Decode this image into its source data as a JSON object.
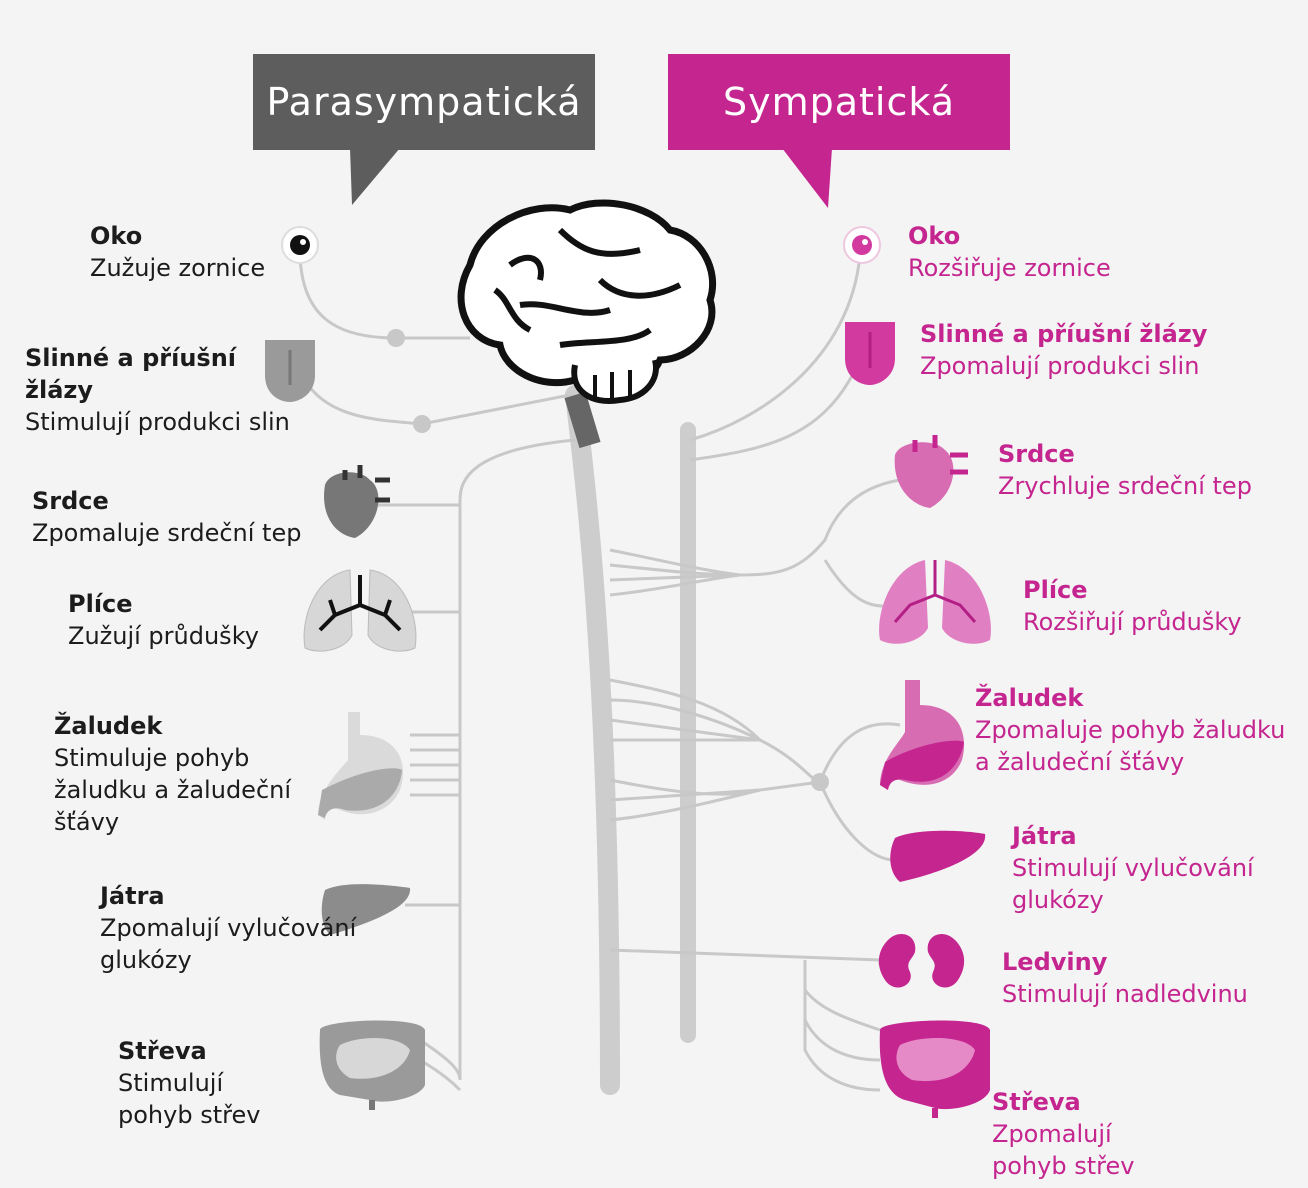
{
  "headers": {
    "parasympathetic": "Parasympatická",
    "sympathetic": "Sympatická"
  },
  "parasympathetic": [
    {
      "organ": "Oko",
      "effect": "Zužuje zornice"
    },
    {
      "organ": "Slinné a příušní žlázy",
      "effect": "Stimulují produkci slin"
    },
    {
      "organ": "Srdce",
      "effect": "Zpomaluje srdeční tep"
    },
    {
      "organ": "Plíce",
      "effect": "Zužují průdušky"
    },
    {
      "organ": "Žaludek",
      "effect": "Stimuluje pohyb žaludku a žaludeční šťávy"
    },
    {
      "organ": "Játra",
      "effect": "Zpomalují vylučování glukózy"
    },
    {
      "organ": "Střeva",
      "effect": "Stimulují pohyb střev"
    }
  ],
  "sympathetic": [
    {
      "organ": "Oko",
      "effect": "Rozšiřuje zornice"
    },
    {
      "organ": "Slinné a příušní žlázy",
      "effect": "Zpomalují produkci slin"
    },
    {
      "organ": "Srdce",
      "effect": "Zrychluje srdeční tep"
    },
    {
      "organ": "Plíce",
      "effect": "Rozšiřují průdušky"
    },
    {
      "organ": "Žaludek",
      "effect": "Zpomaluje pohyb žaludku a žaludeční šťávy"
    },
    {
      "organ": "Játra",
      "effect": "Stimulují vylučování glukózy"
    },
    {
      "organ": "Ledviny",
      "effect": "Stimulují nadledvinu"
    },
    {
      "organ": "Střeva",
      "effect": "Zpomalují pohyb střev"
    }
  ],
  "colors": {
    "parasympathetic": "#5d5d5d",
    "sympathetic": "#c4258f",
    "nerve": "#c8c8c8",
    "organ_gray": "#9a9a9a",
    "organ_pink": "#d33aa0"
  },
  "icons": [
    "brain-icon",
    "eye-icon",
    "tongue-icon",
    "heart-icon",
    "lungs-icon",
    "stomach-icon",
    "liver-icon",
    "kidneys-icon",
    "intestines-icon"
  ]
}
